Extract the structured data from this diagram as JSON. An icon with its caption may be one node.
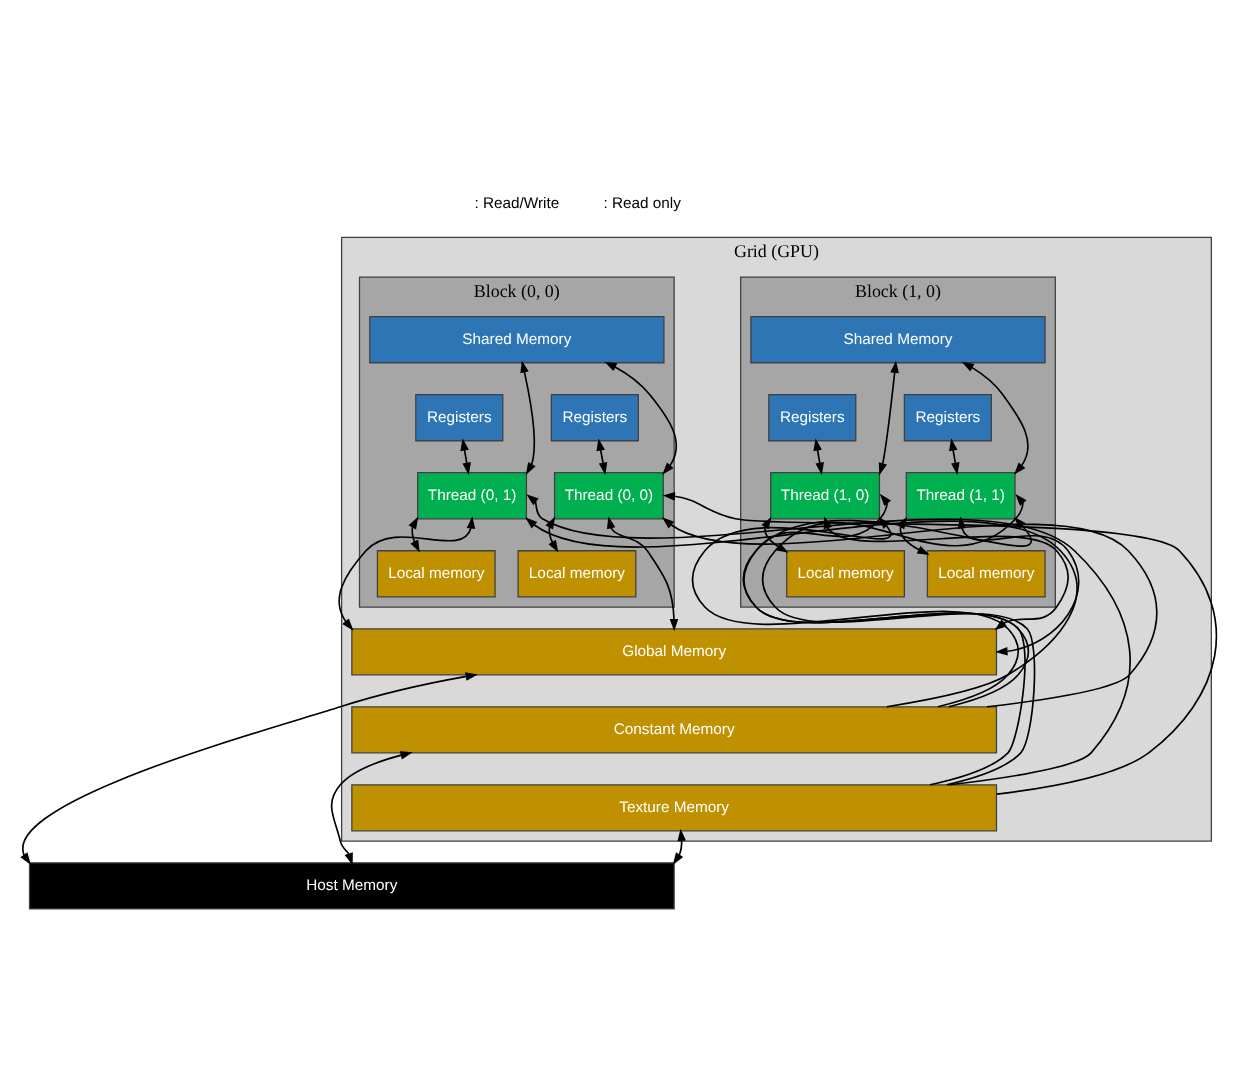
{
  "diagram": {
    "nodes": [
      {
        "text": [
          "Grid (GPU)"
        ]
      },
      {
        "text": [
          "Block (0, 0)"
        ],
        "in": 0
      },
      {
        "text": [
          "Shared Memory"
        ],
        "in": 1
      },
      {
        "text": [
          "Registers"
        ],
        "in": 1
      },
      {
        "text": [
          "Registers"
        ],
        "in": 1
      },
      {
        "text": [
          "Thread (0, 1)"
        ],
        "in": 1
      },
      {
        "text": [
          "Thread (0, 0)"
        ],
        "in": 1
      },
      {
        "text": [
          "Local memory"
        ],
        "in": 1
      },
      {
        "text": [
          "Local memory"
        ],
        "in": 1
      },
      {
        "text": [
          "Block (1, 0)"
        ],
        "in": 0
      },
      {
        "text": [
          "Shared Memory"
        ],
        "in": 9
      },
      {
        "text": [
          "Registers"
        ],
        "in": 9
      },
      {
        "text": [
          "Registers"
        ],
        "in": 9
      },
      {
        "text": [
          "Thread (1, 0)"
        ],
        "in": 9
      },
      {
        "text": [
          "Thread (1, 1)"
        ],
        "in": 9
      },
      {
        "text": [
          "Local memory"
        ],
        "in": 9
      },
      {
        "text": [
          "Local memory"
        ],
        "in": 9
      },
      {
        "text": [
          "Global Memory"
        ],
        "in": 0
      },
      {
        "text": [
          "Constant Memory"
        ],
        "in": 0
      },
      {
        "text": [
          "Texture Memory"
        ],
        "in": 0
      },
      {
        "text": [
          "Host Memory"
        ]
      }
    ],
    "edges": [
      {
        "from": 3,
        "to": 5,
        "arrow": "both"
      },
      {
        "from": 2,
        "to": 5,
        "arrow": "both"
      },
      {
        "from": 5,
        "to": 7,
        "arrow": "both"
      },
      {
        "from": 5,
        "to": 17,
        "arrow": "both"
      },
      {
        "from": 18,
        "to": 5,
        "arrow": "to"
      },
      {
        "from": 19,
        "to": 5,
        "arrow": "to"
      },
      {
        "from": 4,
        "to": 6,
        "arrow": "both"
      },
      {
        "from": 2,
        "to": 6,
        "arrow": "both"
      },
      {
        "from": 6,
        "to": 8,
        "arrow": "both"
      },
      {
        "from": 6,
        "to": 17,
        "arrow": "both"
      },
      {
        "from": 18,
        "to": 6,
        "arrow": "to"
      },
      {
        "from": 19,
        "to": 6,
        "arrow": "to"
      },
      {
        "from": 11,
        "to": 13,
        "arrow": "both"
      },
      {
        "from": 10,
        "to": 13,
        "arrow": "both"
      },
      {
        "from": 13,
        "to": 15,
        "arrow": "both"
      },
      {
        "from": 13,
        "to": 17,
        "arrow": "both"
      },
      {
        "from": 18,
        "to": 13,
        "arrow": "to"
      },
      {
        "from": 19,
        "to": 13,
        "arrow": "to"
      },
      {
        "from": 12,
        "to": 14,
        "arrow": "both"
      },
      {
        "from": 10,
        "to": 14,
        "arrow": "both"
      },
      {
        "from": 14,
        "to": 16,
        "arrow": "both"
      },
      {
        "from": 14,
        "to": 17,
        "arrow": "both"
      },
      {
        "from": 18,
        "to": 14,
        "arrow": "to"
      },
      {
        "from": 19,
        "to": 14,
        "arrow": "to"
      },
      {
        "from": 17,
        "to": 20,
        "arrow": "both"
      },
      {
        "from": 18,
        "to": 20,
        "arrow": "both"
      },
      {
        "from": 19,
        "to": 20,
        "arrow": "both"
      }
    ],
    "legend": [
      {
        "text": ": Read/Write"
      },
      {
        "text": ": Read only"
      }
    ]
  }
}
